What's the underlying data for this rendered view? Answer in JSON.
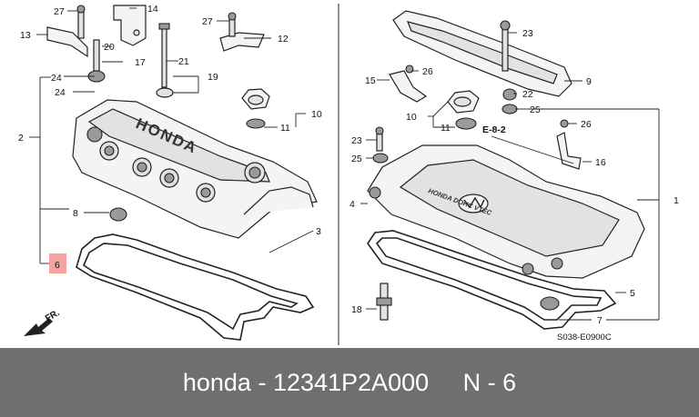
{
  "callouts": {
    "c27a": "27",
    "c14": "14",
    "c13": "13",
    "c20": "20",
    "c17": "17",
    "c27b": "27",
    "c12": "12",
    "c21": "21",
    "c19": "19",
    "c24a": "24",
    "c24b": "24",
    "c10a": "10",
    "c11a": "11",
    "c2": "2",
    "c8": "8",
    "c6": "6",
    "c3": "3",
    "c23a": "23",
    "c9": "9",
    "c15": "15",
    "c26a": "26",
    "c22": "22",
    "c25a": "25",
    "c10b": "10",
    "c11b": "11",
    "ref": "E-8-2",
    "c26b": "26",
    "c23b": "23",
    "c25b": "25",
    "c16": "16",
    "c4": "4",
    "c1": "1",
    "c5": "5",
    "c18": "18",
    "c7": "7",
    "fr": "FR."
  },
  "cover_text": {
    "left": "HONDA",
    "right": "HONDA DOHC VTEC"
  },
  "diagram_code": "S038-E0900C",
  "highlight_color": "#f4a3a3",
  "footer": {
    "brand": "honda",
    "dash1": "-",
    "part_number": "12341P2A000",
    "position": "N - 6"
  }
}
